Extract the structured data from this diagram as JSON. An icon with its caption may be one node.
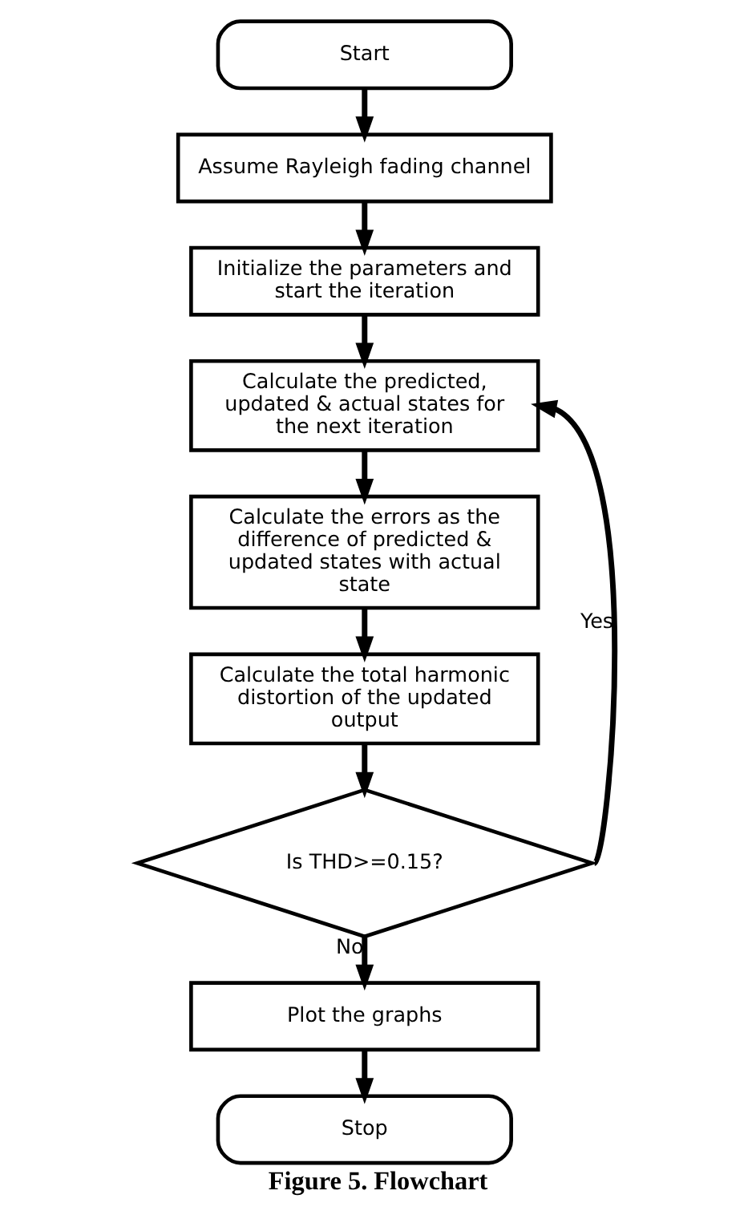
{
  "diagram": {
    "caption": "Figure 5. Flowchart",
    "nodes": [
      {
        "text": [
          "Start"
        ]
      },
      {
        "text": [
          "Assume Rayleigh fading channel"
        ]
      },
      {
        "text": [
          "Initialize the parameters and start the iteration"
        ]
      },
      {
        "text": [
          "Calculate the predicted, updated & actual states for the next iteration"
        ]
      },
      {
        "text": [
          "Calculate the errors as the difference of predicted & updated states with actual state"
        ]
      },
      {
        "text": [
          "Calculate the total harmonic distortion of the updated output"
        ]
      },
      {
        "text": [
          "Is THD>=0.15?"
        ]
      },
      {
        "text": [
          "Plot the graphs"
        ]
      },
      {
        "text": [
          "Stop"
        ]
      }
    ],
    "edges": [
      {
        "from": 0,
        "to": 1,
        "arrow": "to"
      },
      {
        "from": 1,
        "to": 2,
        "arrow": "to"
      },
      {
        "from": 2,
        "to": 3,
        "arrow": "to"
      },
      {
        "from": 3,
        "to": 4,
        "arrow": "to"
      },
      {
        "from": 4,
        "to": 5,
        "arrow": "to"
      },
      {
        "from": 5,
        "to": 6,
        "arrow": "to"
      },
      {
        "from": 6,
        "to": 3,
        "arrow": "to",
        "label": "Yes"
      },
      {
        "from": 6,
        "to": 7,
        "arrow": "to",
        "label": "No"
      },
      {
        "from": 7,
        "to": 8,
        "arrow": "to"
      }
    ]
  }
}
